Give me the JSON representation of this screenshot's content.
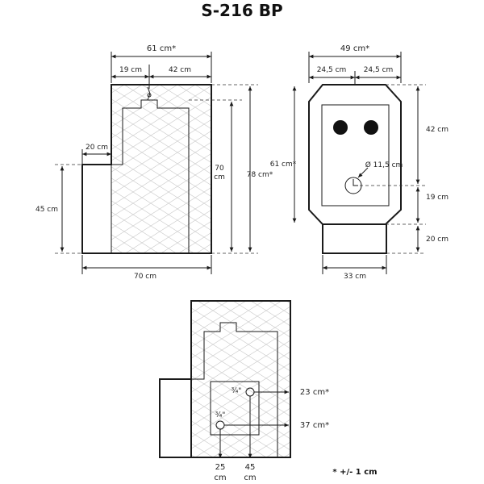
{
  "title": "S-216 BP",
  "note": "* +/- 1 cm",
  "side_view": {
    "width_top": "61 cm*",
    "seg_left": "19 cm",
    "seg_right": "42 cm",
    "step": "20 cm",
    "height_left": "45 cm",
    "height_inner_a": "70",
    "height_inner_b": "cm",
    "height_total": "78 cm*",
    "width_bottom": "70 cm"
  },
  "front_view": {
    "width_top": "49 cm*",
    "half_left": "24,5 cm",
    "half_right": "24,5 cm",
    "height_body": "61 cm*",
    "h_upper": "42 cm",
    "h_lower": "19 cm",
    "h_base": "20 cm",
    "diameter": "Ø 11,5 cm",
    "base_width": "33 cm"
  },
  "back_view": {
    "fitting_top": "¾\"",
    "fitting_bottom": "¾\"",
    "right_upper": "23 cm*",
    "right_lower": "37 cm*",
    "bottom_left_a": "25",
    "bottom_left_b": "cm",
    "bottom_right_a": "45",
    "bottom_right_b": "cm"
  }
}
